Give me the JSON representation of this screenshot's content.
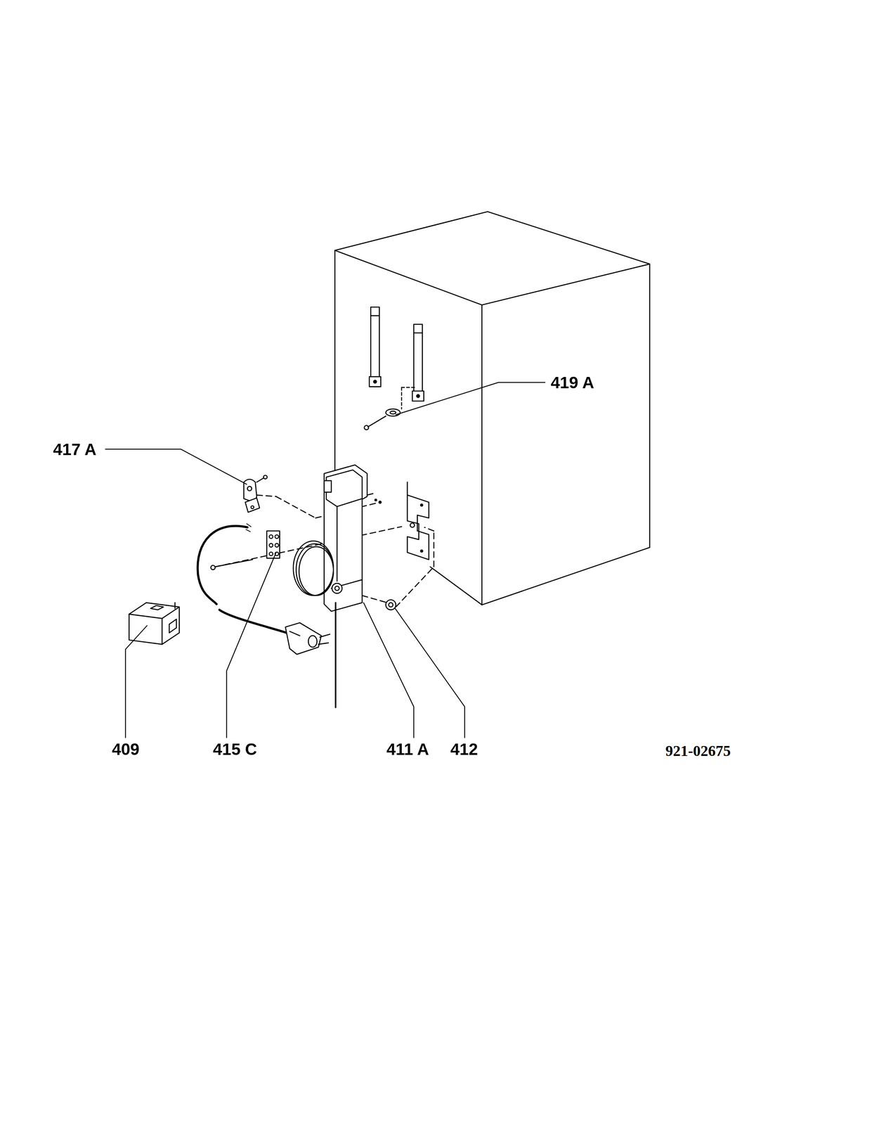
{
  "diagram": {
    "labels": [
      "419 A",
      "417 A",
      "409",
      "415 C",
      "411 A",
      "412",
      "921-02675"
    ]
  }
}
